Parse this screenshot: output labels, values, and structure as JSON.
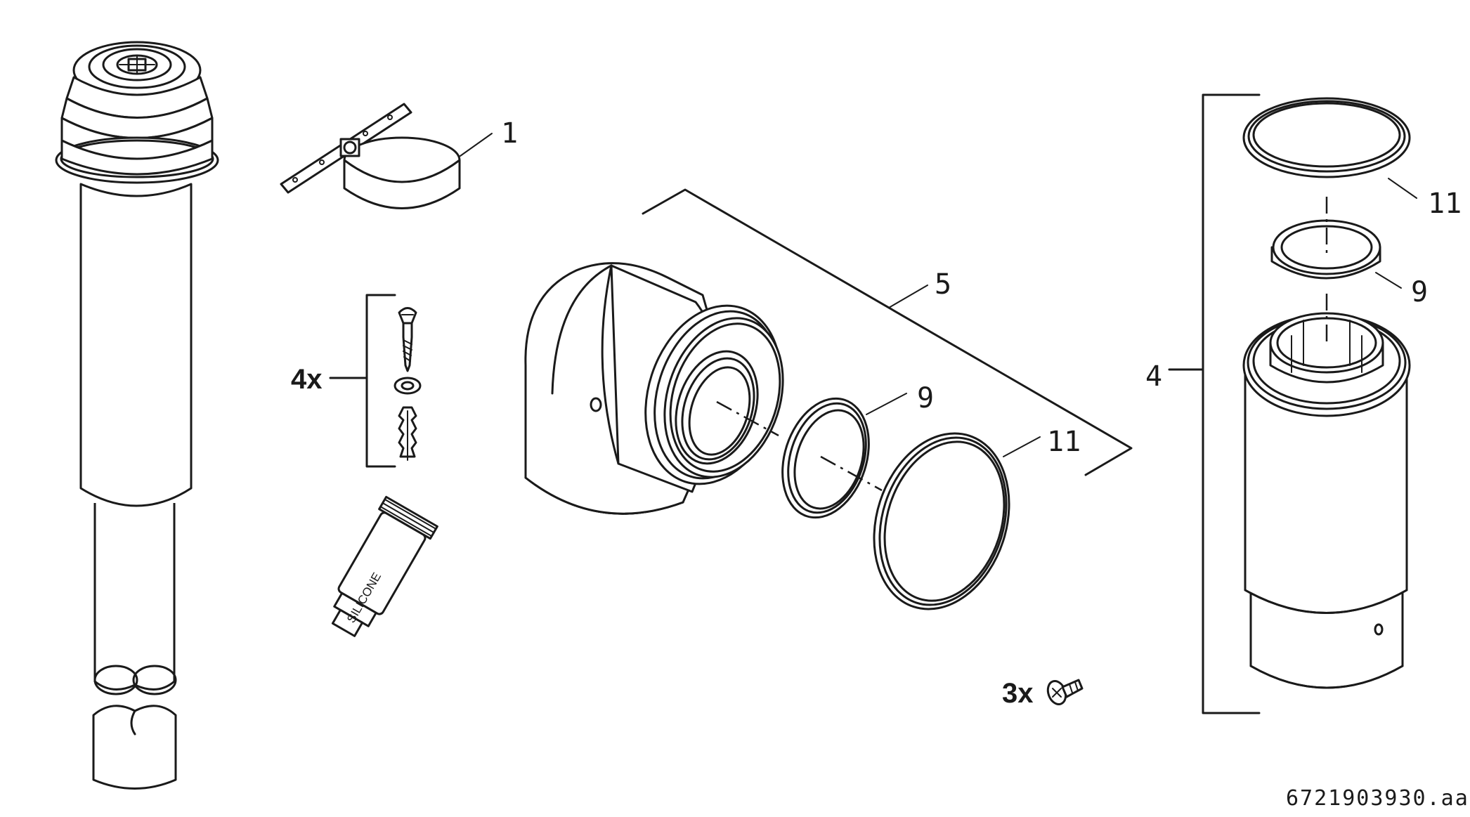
{
  "callouts": {
    "c1": "1",
    "c4": "4",
    "c5": "5",
    "c9a": "9",
    "c9b": "9",
    "c11a": "11",
    "c11b": "11"
  },
  "quantities": {
    "fixings": "4x",
    "screws": "3x"
  },
  "tube_label": "SILICONE",
  "document_id": "6721903930.aa",
  "colors": {
    "line": "#1a1a1a",
    "background": "#ffffff"
  }
}
